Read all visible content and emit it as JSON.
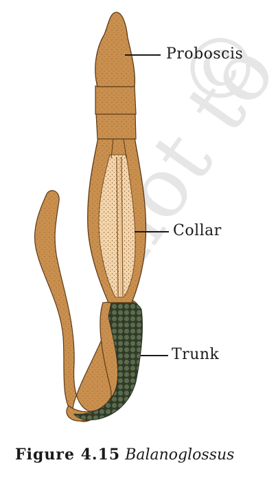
{
  "labels": {
    "proboscis": "Proboscis",
    "collar": "Collar",
    "trunk": "Trunk"
  },
  "caption": {
    "figure_number": "Figure 4.15",
    "title": "Balanoglossus"
  },
  "watermark": {
    "symbol": "©",
    "text": "not to"
  },
  "colors": {
    "body": "#c98f4e",
    "body_dark": "#9b6429",
    "collar_fill": "#f2d2a6",
    "trunk_scales": "#3d4a34",
    "outline": "#5a3a18"
  }
}
